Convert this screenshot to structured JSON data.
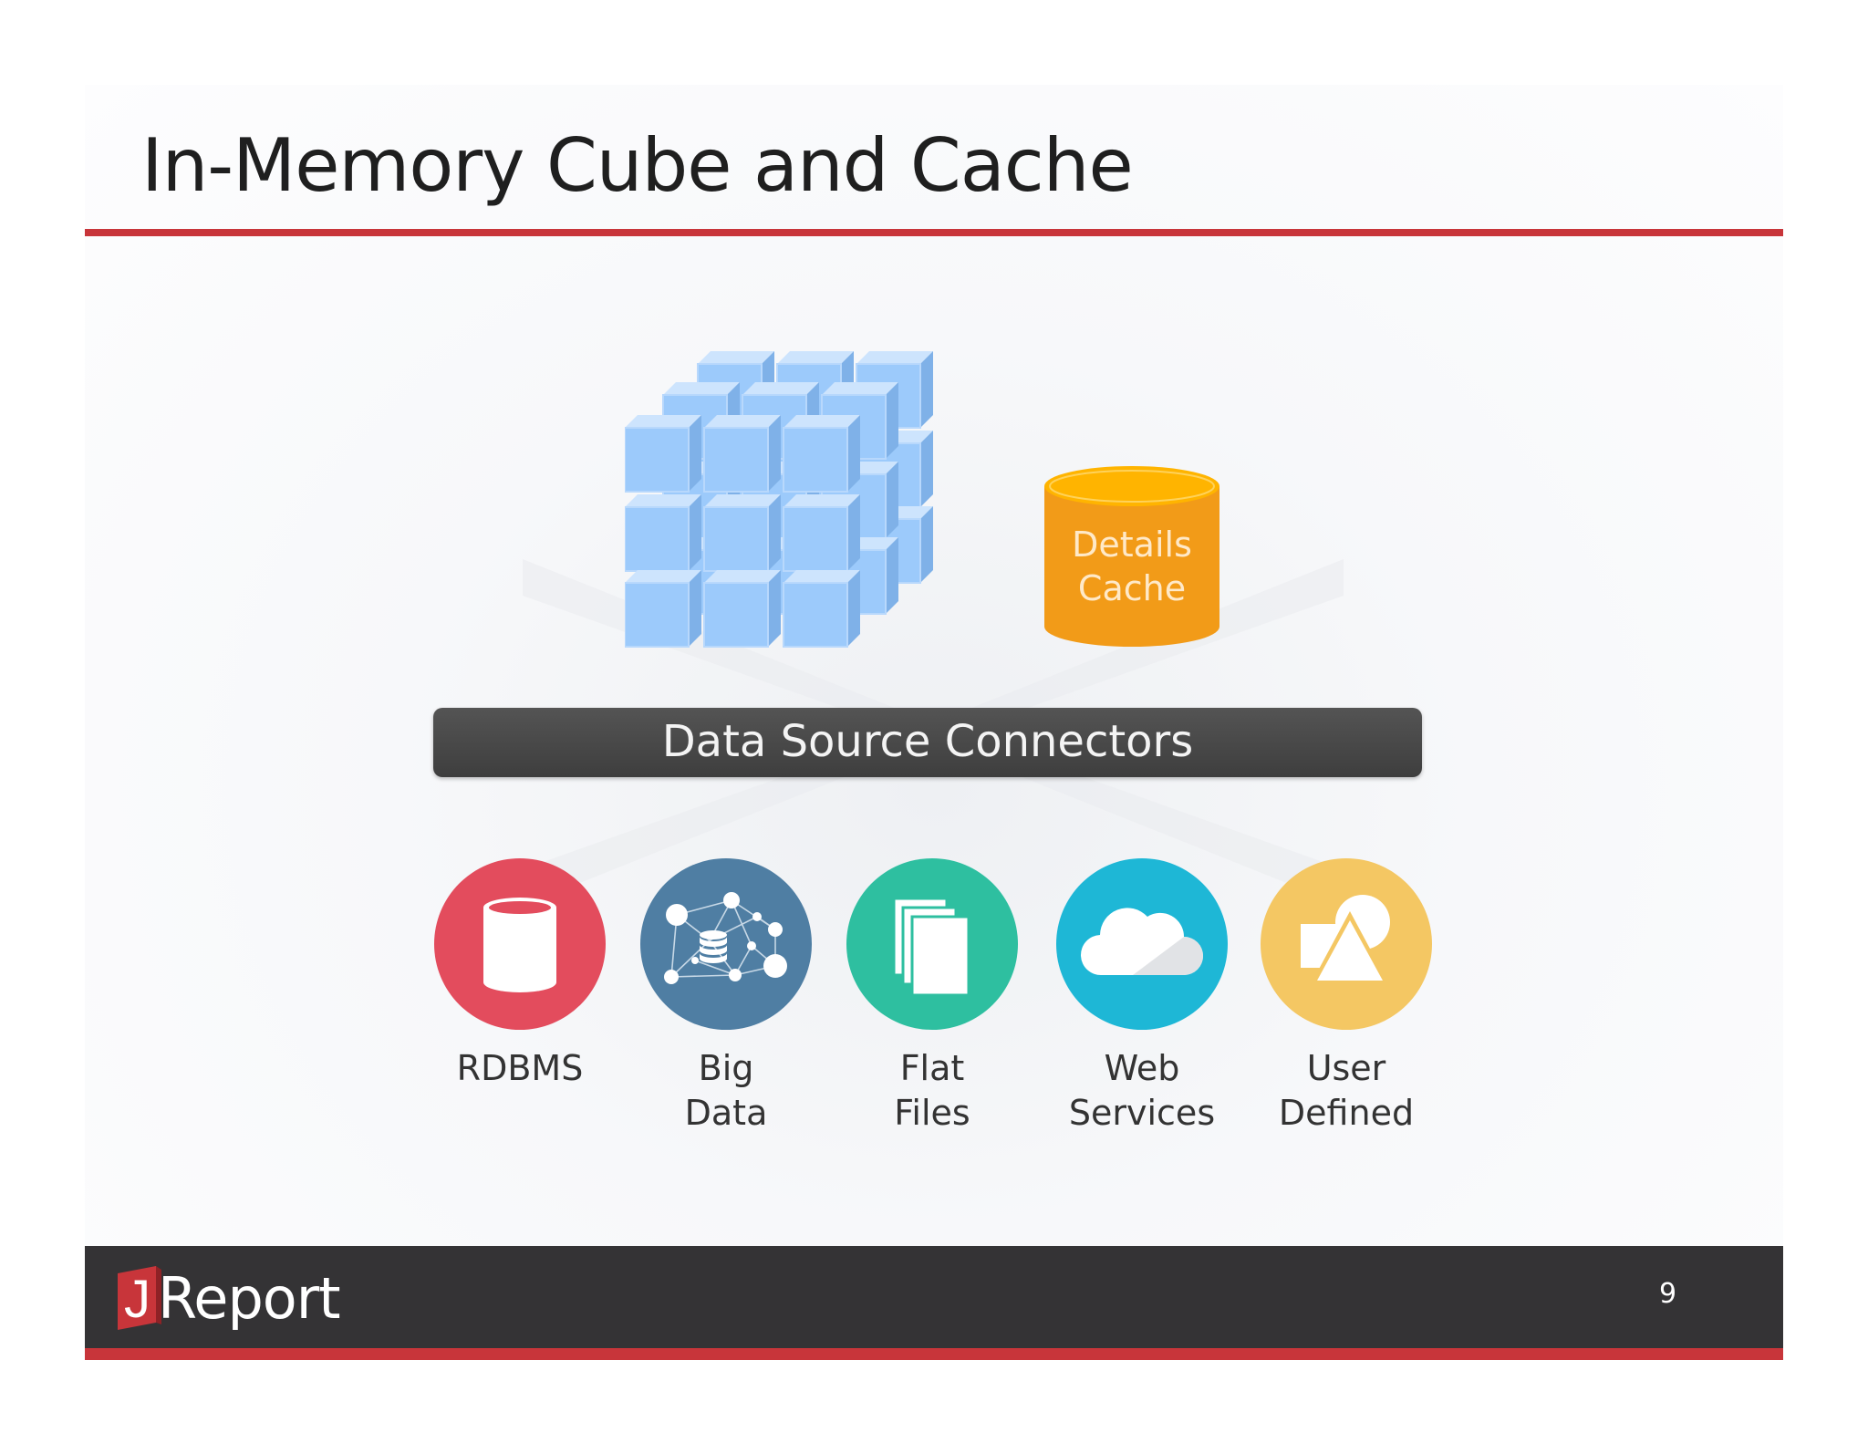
{
  "slide": {
    "title": "In-Memory Cube and Cache",
    "page_number": "9"
  },
  "cache": {
    "line1": "Details",
    "line2": "Cache"
  },
  "connectors": {
    "label": "Data Source Connectors"
  },
  "sources": [
    {
      "line1": "RDBMS",
      "line2": "",
      "color": "#e34c5d",
      "icon": "database-cylinder-icon"
    },
    {
      "line1": "Big",
      "line2": "Data",
      "color": "#4f7ea3",
      "icon": "network-nodes-icon"
    },
    {
      "line1": "Flat",
      "line2": "Files",
      "color": "#2ebfa0",
      "icon": "stacked-files-icon"
    },
    {
      "line1": "Web",
      "line2": "Services",
      "color": "#1eb7d6",
      "icon": "cloud-icon"
    },
    {
      "line1": "User",
      "line2": "Defined",
      "color": "#f4c763",
      "icon": "shapes-icon"
    }
  ],
  "footer": {
    "logo_letter": "J",
    "logo_text": "Report"
  },
  "colors": {
    "accent_red": "#c8353a",
    "footer_bg": "#343335",
    "cube_blue": "#9ccafb",
    "cache_orange": "#f29b18"
  }
}
